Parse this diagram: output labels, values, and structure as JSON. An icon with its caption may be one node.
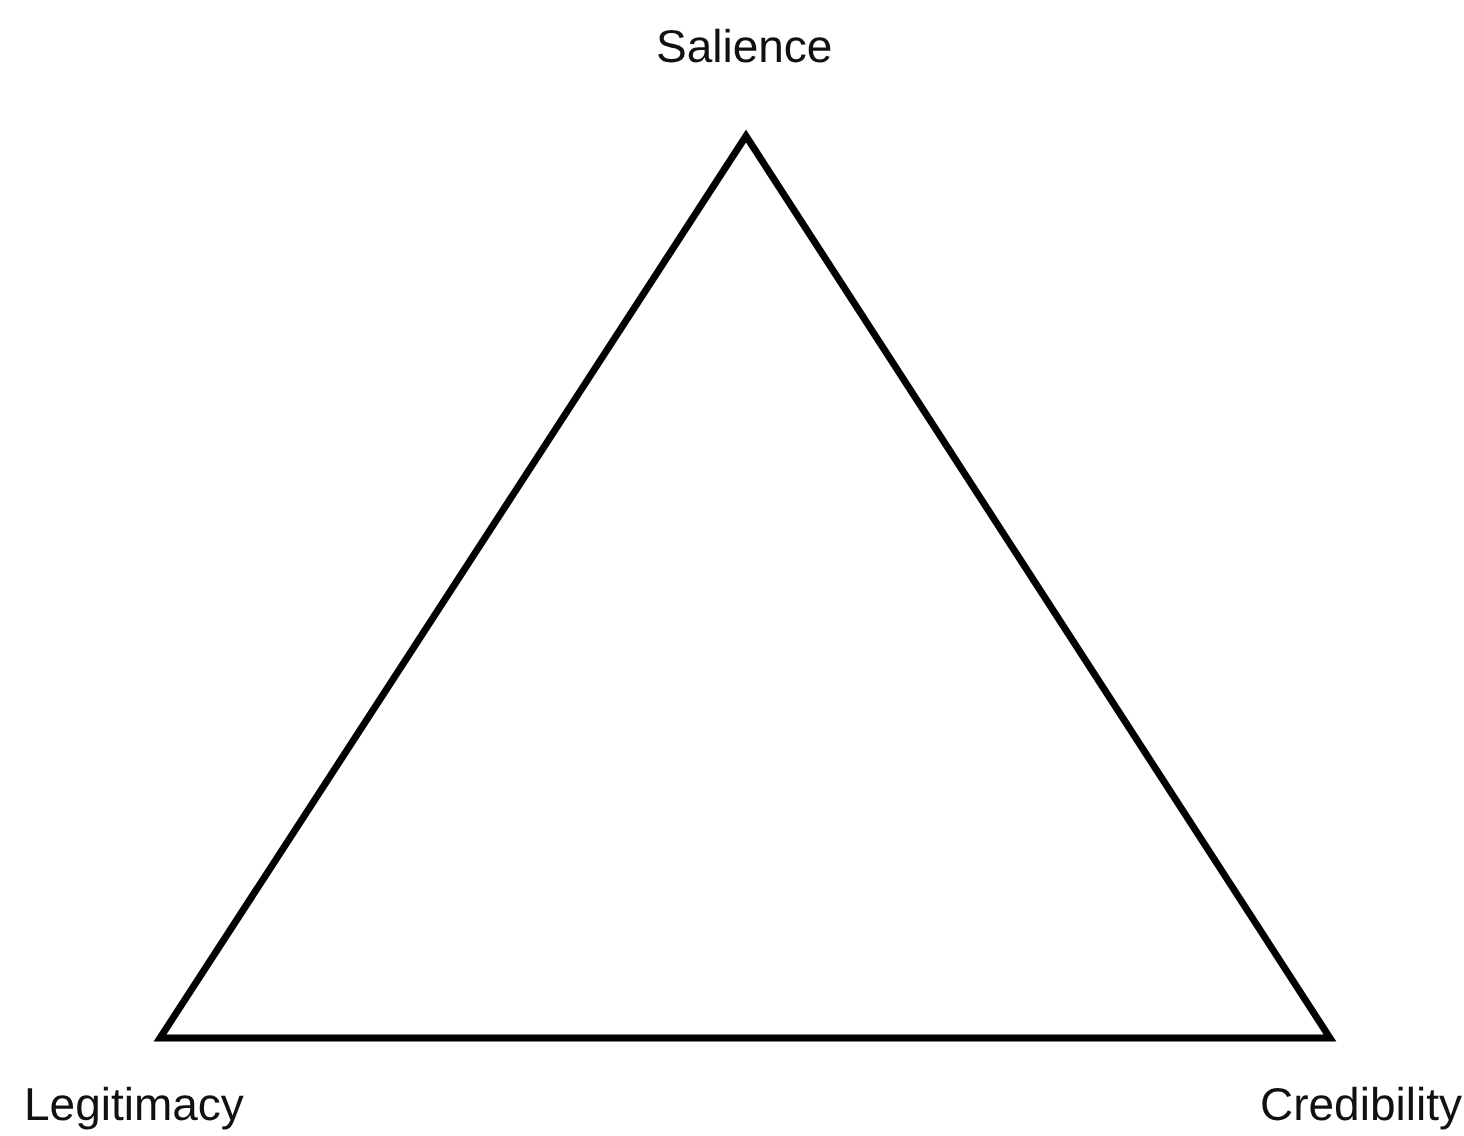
{
  "diagram": {
    "labels": [
      "Salience",
      "Legitimacy",
      "Credibility"
    ]
  }
}
